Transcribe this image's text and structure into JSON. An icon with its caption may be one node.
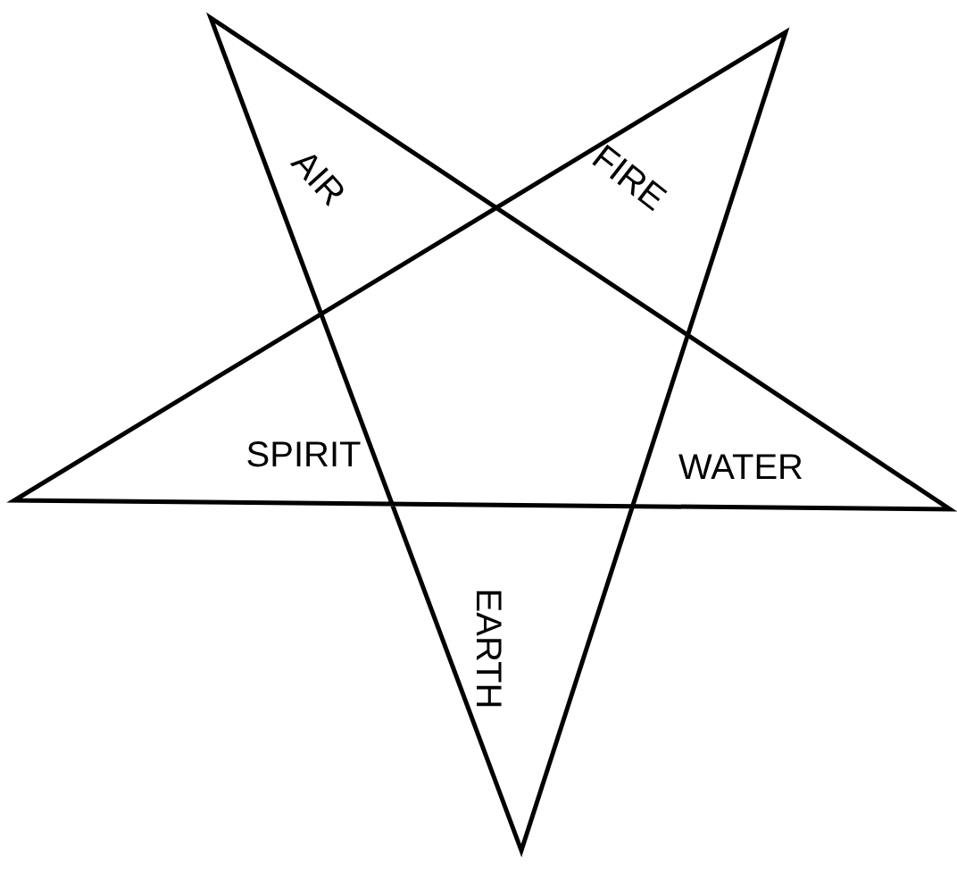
{
  "diagram": {
    "labels": [
      "AIR",
      "FIRE",
      "SPIRIT",
      "WATER",
      "EARTH"
    ]
  }
}
